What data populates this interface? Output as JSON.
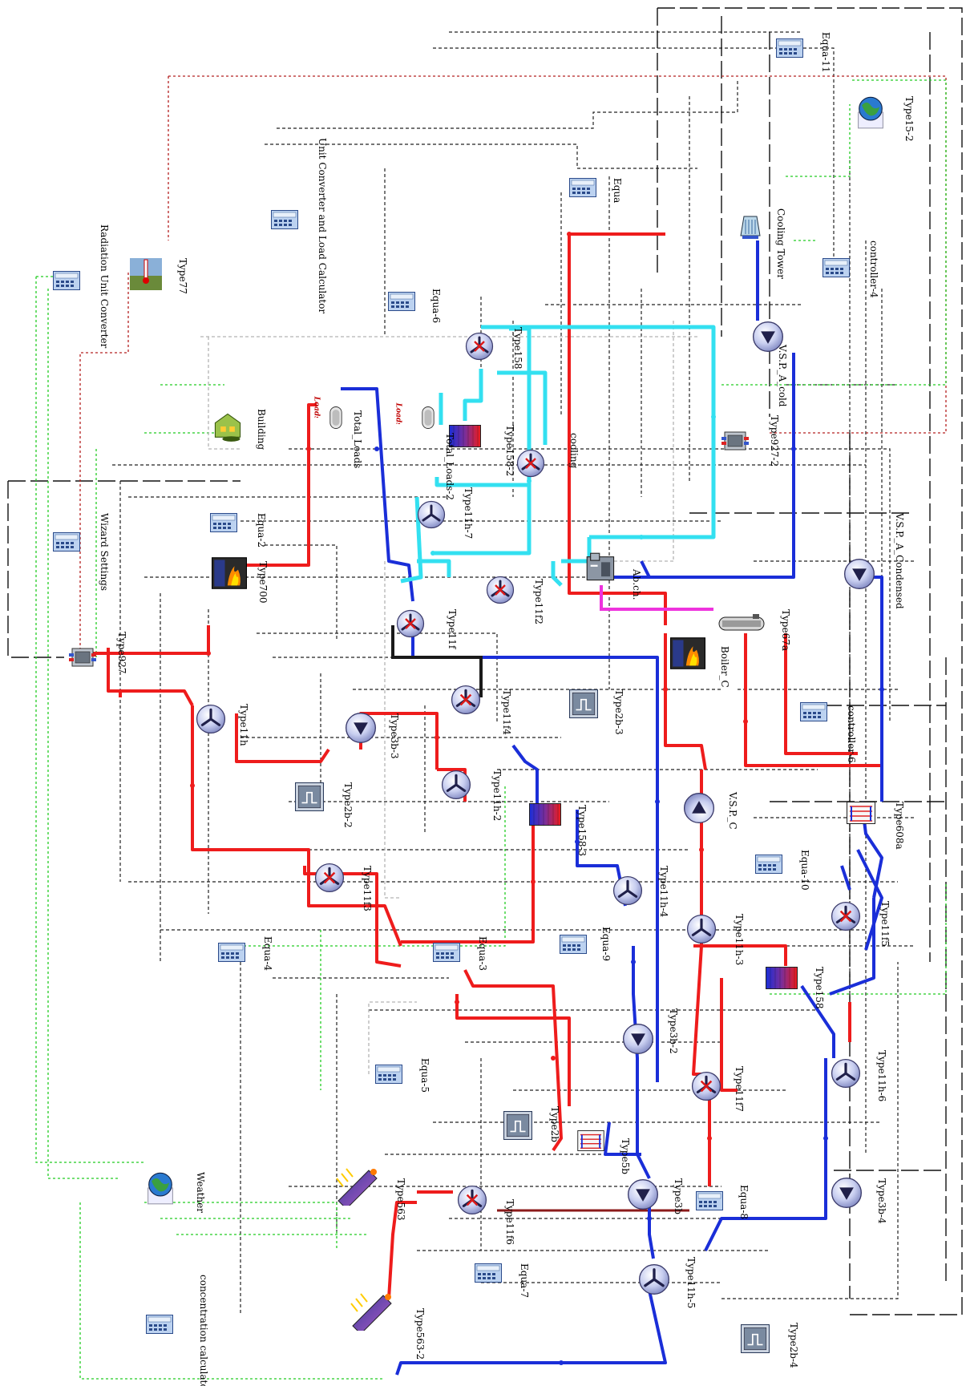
{
  "components": [
    {
      "id": "weather",
      "label": "Weather",
      "icon": "weather-globe-icon"
    },
    {
      "id": "concentration",
      "label": "concentration calculator",
      "icon": "equation-calculator-icon"
    },
    {
      "id": "radiation",
      "label": "Radiation Unit Converter",
      "icon": "equation-calculator-icon"
    },
    {
      "id": "wizard",
      "label": "Wizard Settings",
      "icon": "equation-calculator-icon"
    },
    {
      "id": "type77",
      "label": "Type77",
      "icon": "ground-temperature-icon"
    },
    {
      "id": "building",
      "label": "Building",
      "icon": "building-icon"
    },
    {
      "id": "unitconv",
      "label": "Unit Converter and Load Calculator",
      "icon": "equation-calculator-icon"
    },
    {
      "id": "equa2",
      "label": "Equa-2",
      "icon": "equation-calculator-icon"
    },
    {
      "id": "type700",
      "label": "Type700",
      "icon": "boiler-icon"
    },
    {
      "id": "type927",
      "label": "Type927",
      "icon": "heat-pump-icon"
    },
    {
      "id": "totalloads",
      "label": "Total_Loads",
      "icon": "load-tank-icon"
    },
    {
      "id": "totalloads2",
      "label": "Total_Loads-2",
      "icon": "load-tank-icon"
    },
    {
      "id": "loads1",
      "label": "Loads",
      "icon": "loads-icon"
    },
    {
      "id": "loads2",
      "label": "Loads",
      "icon": "loads-icon"
    },
    {
      "id": "equa6",
      "label": "Equa-6",
      "icon": "equation-calculator-icon"
    },
    {
      "id": "type158",
      "label": "Type158",
      "icon": "diverter-icon"
    },
    {
      "id": "type1582",
      "label": "Type158-2",
      "icon": "storage-tank-icon"
    },
    {
      "id": "cooling",
      "label": "cooling",
      "icon": "diverter-icon"
    },
    {
      "id": "type11h7",
      "label": "Type11h-7",
      "icon": "tee-piece-icon"
    },
    {
      "id": "type11f",
      "label": "Type11f",
      "icon": "diverter-icon"
    },
    {
      "id": "type11f2",
      "label": "Type11f2",
      "icon": "diverter-icon"
    },
    {
      "id": "abch",
      "label": "Ab.ch.",
      "icon": "absorption-chiller-icon"
    },
    {
      "id": "equa",
      "label": "Equa",
      "icon": "equation-calculator-icon"
    },
    {
      "id": "equa11",
      "label": "Equa-11",
      "icon": "equation-calculator-icon"
    },
    {
      "id": "type152",
      "label": "Type15-2",
      "icon": "weather-globe-icon"
    },
    {
      "id": "coolingtower",
      "label": "Cooling Tower",
      "icon": "cooling-tower-icon"
    },
    {
      "id": "controller4",
      "label": "controller-4",
      "icon": "equation-calculator-icon"
    },
    {
      "id": "vspacold",
      "label": "V.S.P._A_cold",
      "icon": "pump-icon"
    },
    {
      "id": "type9272",
      "label": "Type927-2",
      "icon": "heat-pump-icon"
    },
    {
      "id": "vspacond",
      "label": "V.S.P._A_Condensed",
      "icon": "pump-icon"
    },
    {
      "id": "type11h",
      "label": "Type11h",
      "icon": "tee-piece-icon"
    },
    {
      "id": "type3b3",
      "label": "Type3b-3",
      "icon": "pump-icon"
    },
    {
      "id": "type11f4",
      "label": "Type11f4",
      "icon": "diverter-icon"
    },
    {
      "id": "type2b3",
      "label": "Type2b-3",
      "icon": "controller-icon"
    },
    {
      "id": "type2b2",
      "label": "Type2b-2",
      "icon": "controller-icon"
    },
    {
      "id": "type11h2",
      "label": "Type11h-2",
      "icon": "tee-piece-icon"
    },
    {
      "id": "type1583",
      "label": "Type158-3",
      "icon": "storage-tank-icon"
    },
    {
      "id": "type11f3",
      "label": "Type11f3",
      "icon": "diverter-icon"
    },
    {
      "id": "equa4",
      "label": "Equa-4",
      "icon": "equation-calculator-icon"
    },
    {
      "id": "equa3",
      "label": "Equa-3",
      "icon": "equation-calculator-icon"
    },
    {
      "id": "type67a",
      "label": "Type67a",
      "icon": "generator-icon"
    },
    {
      "id": "boilerc",
      "label": "Boiler_C",
      "icon": "boiler-icon"
    },
    {
      "id": "controller6",
      "label": "controller-6",
      "icon": "equation-calculator-icon"
    },
    {
      "id": "vspc",
      "label": "V.S.P._C",
      "icon": "pump-icon"
    },
    {
      "id": "type608a",
      "label": "Type608a",
      "icon": "heat-exchanger-icon"
    },
    {
      "id": "type11h4",
      "label": "Type11h-4",
      "icon": "tee-piece-icon"
    },
    {
      "id": "equa10",
      "label": "Equa-10",
      "icon": "equation-calculator-icon"
    },
    {
      "id": "type11f5",
      "label": "Type11f5",
      "icon": "diverter-icon"
    },
    {
      "id": "type11h3",
      "label": "Type11h-3",
      "icon": "tee-piece-icon"
    },
    {
      "id": "equa9",
      "label": "Equa-9",
      "icon": "equation-calculator-icon"
    },
    {
      "id": "type158b",
      "label": "Type158",
      "icon": "storage-tank-icon"
    },
    {
      "id": "type3b2",
      "label": "Type3b-2",
      "icon": "pump-icon"
    },
    {
      "id": "type11f7",
      "label": "Type11f7",
      "icon": "diverter-icon"
    },
    {
      "id": "type11h6",
      "label": "Type11h-6",
      "icon": "tee-piece-icon"
    },
    {
      "id": "equa5",
      "label": "Equa-5",
      "icon": "equation-calculator-icon"
    },
    {
      "id": "type2b",
      "label": "Type2b",
      "icon": "controller-icon"
    },
    {
      "id": "type5b",
      "label": "Type5b",
      "icon": "heat-exchanger-icon"
    },
    {
      "id": "type563",
      "label": "Type563",
      "icon": "solar-collector-icon"
    },
    {
      "id": "type11f6",
      "label": "Type11f6",
      "icon": "diverter-icon"
    },
    {
      "id": "type3b",
      "label": "Type3b",
      "icon": "pump-icon"
    },
    {
      "id": "equa8",
      "label": "Equa-8",
      "icon": "equation-calculator-icon"
    },
    {
      "id": "type3b4",
      "label": "Type3b-4",
      "icon": "pump-icon"
    },
    {
      "id": "type5632",
      "label": "Type563-2",
      "icon": "solar-collector-icon"
    },
    {
      "id": "equa7",
      "label": "Equa-7",
      "icon": "equation-calculator-icon"
    },
    {
      "id": "type11h5",
      "label": "Type11h-5",
      "icon": "tee-piece-icon"
    },
    {
      "id": "type2b4",
      "label": "Type2b-4",
      "icon": "controller-icon"
    }
  ],
  "colors": {
    "hot": "#ee1c1c",
    "cold": "#1a2ed8",
    "chilled": "#33e0f0",
    "control": "#222222",
    "signal": "#22cc22",
    "weather_link": "#b52020",
    "grey_link": "#b4b4b4",
    "generator_link": "#ee33dd",
    "dark_pipe": "#1a1a1a",
    "brown_pipe": "#8b1a1a"
  }
}
